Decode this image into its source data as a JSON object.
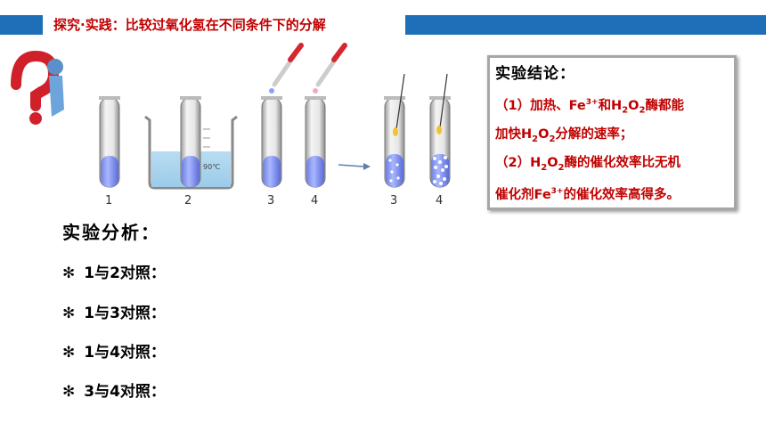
{
  "header": {
    "title": "探究·实践：比较过氧化氢在不同条件下的分解"
  },
  "figure": {
    "tube_labels_before": [
      "1",
      "2",
      "3",
      "4"
    ],
    "tube_labels_after": [
      "3",
      "4"
    ],
    "beaker_temp": "90℃"
  },
  "conclusion": {
    "title": "实验结论：",
    "line1_a": "（1）加热、Fe",
    "line1_sup": "3+",
    "line1_b": "和H",
    "line1_sub1": "2",
    "line1_c": "O",
    "line1_sub2": "2",
    "line1_d": "酶都能",
    "line2_a": "加快H",
    "line2_sub1": "2",
    "line2_b": "O",
    "line2_sub2": "2",
    "line2_c": "分解的速率；",
    "line3_a": "（2）H",
    "line3_sub1": "2",
    "line3_b": "O",
    "line3_sub2": "2",
    "line3_c": "酶的催化效率比无机",
    "line4_a": "催化剂Fe",
    "line4_sup": "3+",
    "line4_b": "的催化效率高得多。"
  },
  "analysis": {
    "title": "实验分析：",
    "star": "✻",
    "items": [
      "1与2对照：",
      "1与3对照：",
      "1与4对照：",
      "3与4对照："
    ]
  }
}
